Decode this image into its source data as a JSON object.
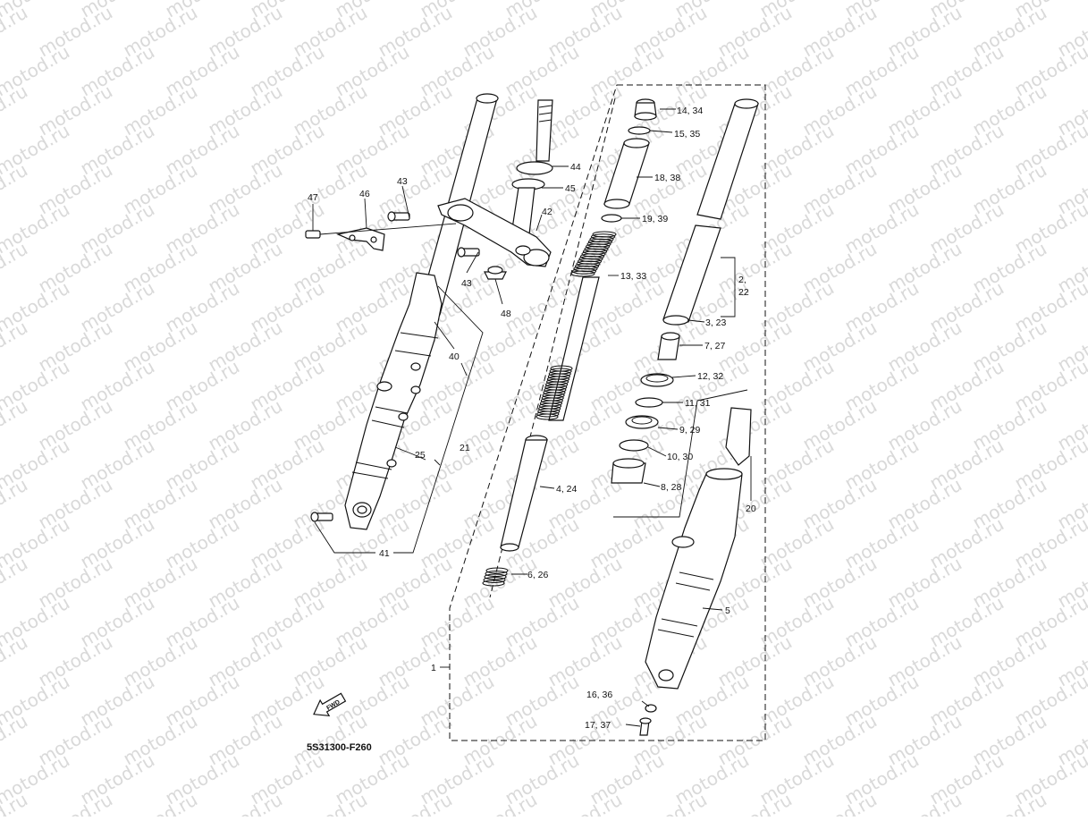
{
  "diagram": {
    "watermark": "motod.ru",
    "code": "5S31300-F260",
    "fwd_label": "FWD",
    "labels": {
      "p1": "1",
      "p2_22": "2,\n22",
      "p3_23": "3, 23",
      "p4_24": "4, 24",
      "p5": "5",
      "p6_26": "6, 26",
      "p7_27": "7, 27",
      "p8_28": "8, 28",
      "p9_29": "9, 29",
      "p10_30": "10, 30",
      "p11_31": "11, 31",
      "p12_32": "12, 32",
      "p13_33": "13, 33",
      "p14_34": "14, 34",
      "p15_35": "15, 35",
      "p16_36": "16, 36",
      "p17_37": "17, 37",
      "p18_38": "18, 38",
      "p19_39": "19, 39",
      "p20": "20",
      "p21": "21",
      "p25": "25",
      "p40": "40",
      "p41": "41",
      "p42": "42",
      "p43a": "43",
      "p43b": "43",
      "p44": "44",
      "p45": "45",
      "p46": "46",
      "p47": "47",
      "p48": "48"
    }
  }
}
